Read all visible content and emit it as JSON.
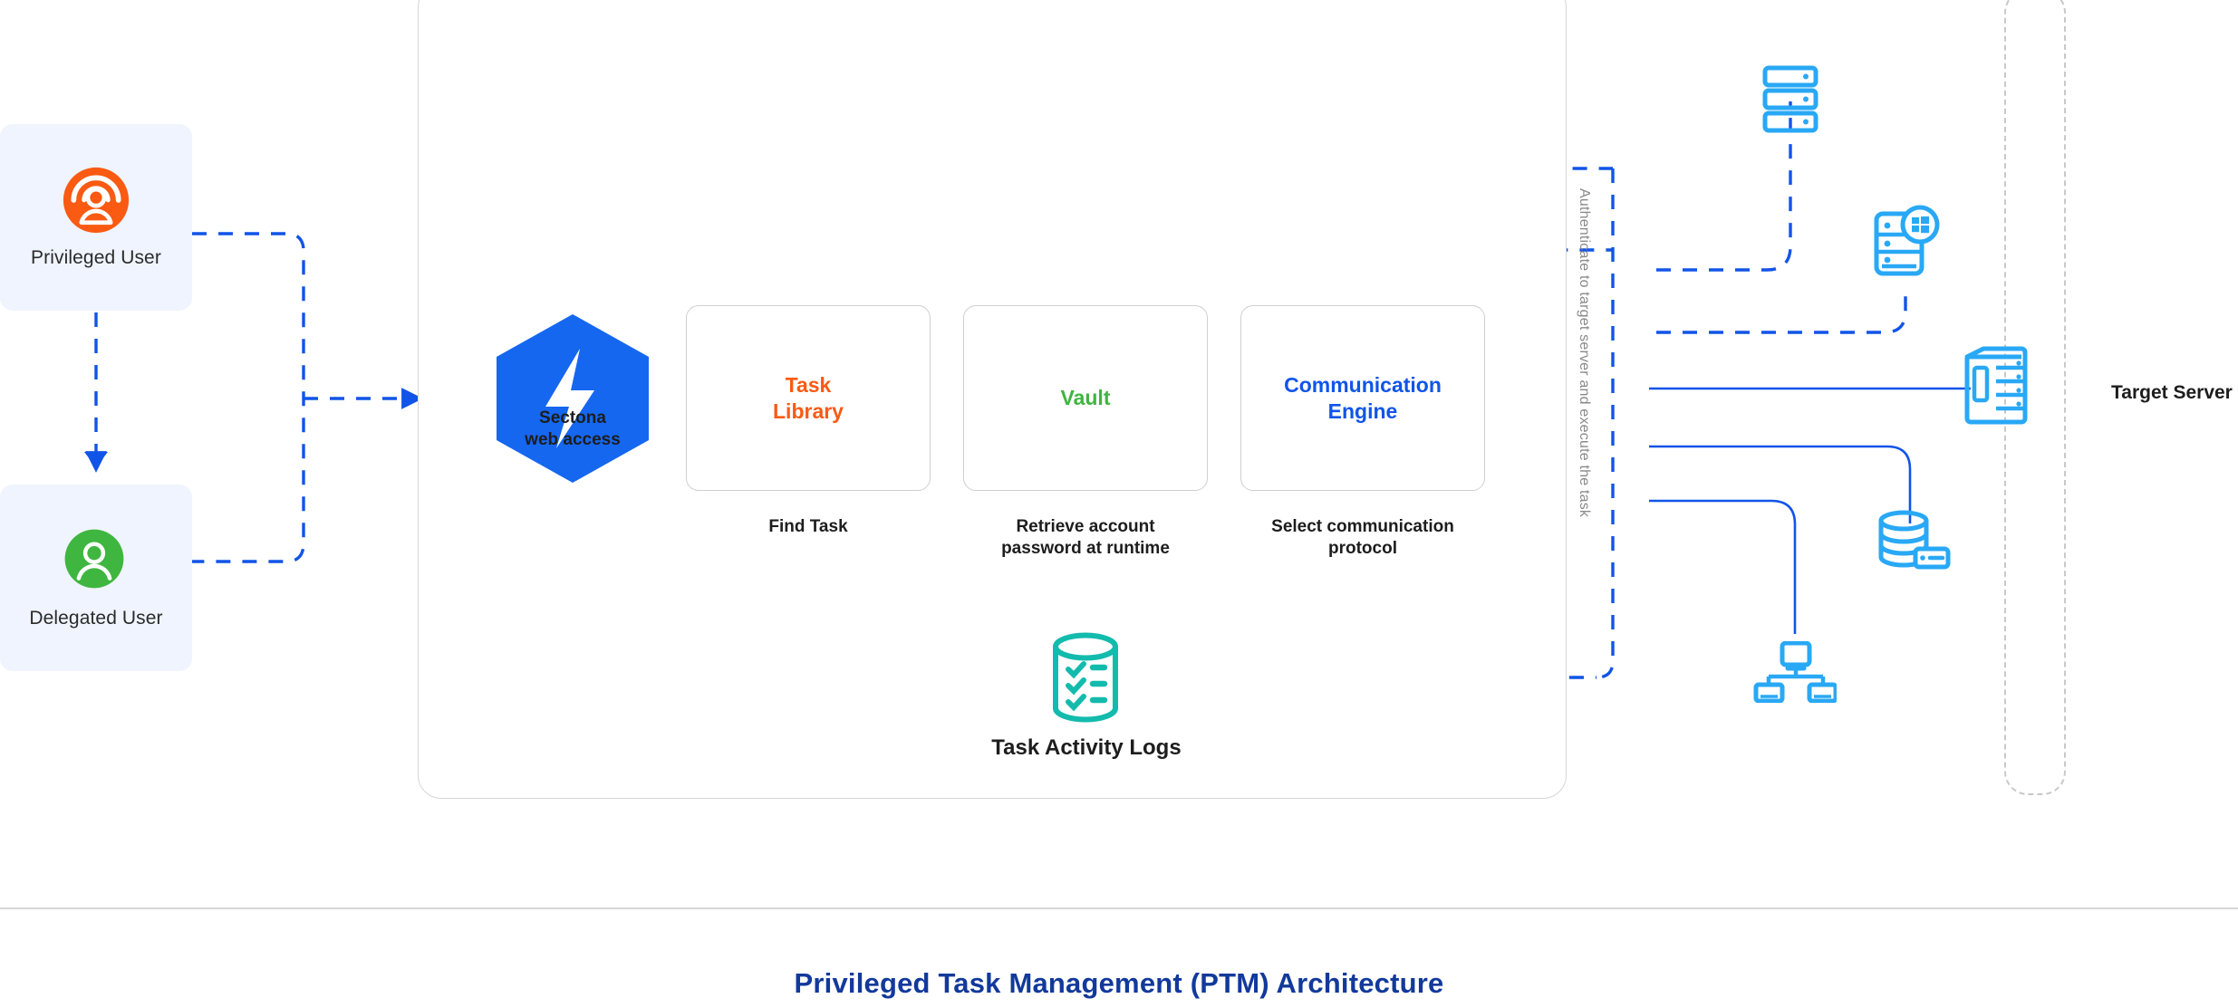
{
  "footer": {
    "title": "Privileged Task Management (PTM) Architecture"
  },
  "colors": {
    "accent_blue": "#1154e8",
    "dark_blue": "#12399b",
    "hex_blue": "#1567f0",
    "orange": "#fa5a12",
    "green": "#3fb63f",
    "teal": "#13bbad",
    "icon_blue": "#29a8f5",
    "card_bg": "#eff4fe",
    "border_gray": "#cfcfcf",
    "label_gray": "#8a8a8a"
  },
  "actors": [
    {
      "id": "privileged-user",
      "label": "Privileged User",
      "icon": "privileged-user-icon",
      "color": "#fa5a12"
    },
    {
      "id": "delegated-user",
      "label": "Delegated User",
      "icon": "delegated-user-icon",
      "color": "#3fb63f"
    }
  ],
  "gateway": {
    "icon": "sectona-hexagon-logo",
    "caption": "Sectona\nweb access"
  },
  "stages": [
    {
      "id": "task-library",
      "title": "Task\nLibrary",
      "color": "#fa5a12",
      "caption": "Find Task"
    },
    {
      "id": "vault",
      "title": "Vault",
      "color": "#3fb63f",
      "caption": "Retrieve account\npassword at runtime"
    },
    {
      "id": "communication-engine",
      "title": "Communication\nEngine",
      "color": "#1154e8",
      "caption": "Select communication\nprotocol"
    }
  ],
  "logs": {
    "icon": "task-activity-logs-database-icon",
    "label": "Task Activity Logs"
  },
  "authentication": {
    "label": "Authenticate to target server and execute the task"
  },
  "target": {
    "label": "Target Server",
    "nodes": [
      {
        "id": "rack-server",
        "icon": "rack-server-icon"
      },
      {
        "id": "windows-server",
        "icon": "windows-server-icon"
      },
      {
        "id": "tower-server",
        "icon": "tower-server-icon"
      },
      {
        "id": "database-server",
        "icon": "database-server-icon"
      },
      {
        "id": "network-workstations",
        "icon": "network-workstations-icon"
      }
    ]
  }
}
